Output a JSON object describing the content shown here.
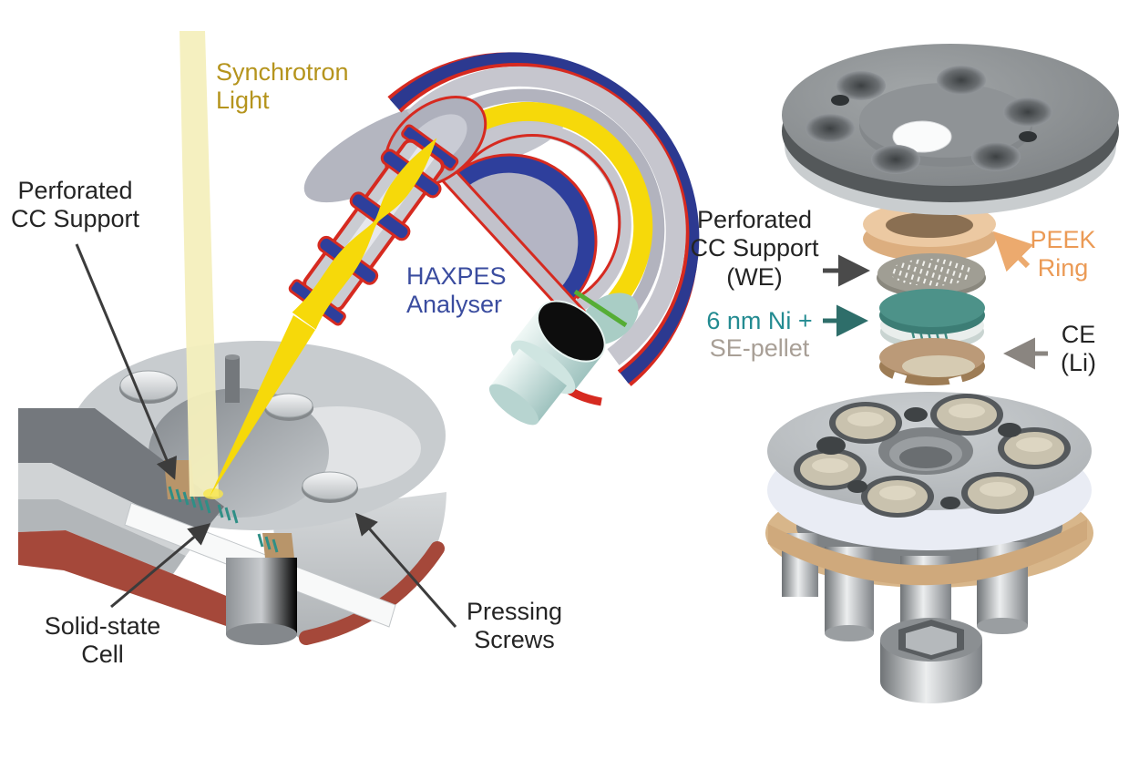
{
  "figure": {
    "type": "scientific-schematic",
    "left_panel": {
      "labels": {
        "synchrotron_light": "Synchrotron\nLight",
        "perforated_cc_support": "Perforated\nCC Support",
        "haxpes_analyser": "HAXPES\nAnalyser",
        "solid_state_cell": "Solid-state\nCell",
        "pressing_screws": "Pressing\nScrews"
      }
    },
    "right_panel": {
      "labels": {
        "perforated_cc_support_we": "Perforated\nCC Support\n(WE)",
        "ni_film": "6 nm Ni +",
        "se_pellet": "SE-pellet",
        "peek_ring": "PEEK\nRing",
        "counter_electrode": "CE\n(Li)"
      }
    },
    "arrows": [
      {
        "name": "perforated-cc-support-arrow",
        "direction": "down-right",
        "color": "#3c3c3c"
      },
      {
        "name": "solid-state-cell-arrow",
        "direction": "up-right",
        "color": "#3c3c3c"
      },
      {
        "name": "pressing-screws-arrow",
        "direction": "up-left",
        "color": "#3c3c3c"
      },
      {
        "name": "we-arrow",
        "direction": "right",
        "color": "#4a4a4a"
      },
      {
        "name": "ni-arrow",
        "direction": "right",
        "color": "#2e6e6a"
      },
      {
        "name": "peek-arrow",
        "direction": "up-left",
        "color": "#ecaa6e"
      },
      {
        "name": "ce-arrow",
        "direction": "left",
        "color": "#8a8580"
      }
    ],
    "colors": {
      "synchrotron_label": "#b5941d",
      "haxpes_label": "#3a4c9f",
      "peek_label": "#eb9a55",
      "ni_label": "#238b91",
      "se_pellet_label": "#a89f96",
      "black_label": "#242424",
      "beam_pale": "#f4efbd",
      "beam_bright": "#f6d90a",
      "analyser_blue": "#2c3990",
      "analyser_red": "#d62a20",
      "analyser_green": "#55ad35",
      "detector_cyan": "#d3ebe7",
      "teal_disc": "#4d9289",
      "peek_ring_fill": "#e9c29b",
      "ce_disc": "#bb9a78",
      "cell_red": "#a5483a",
      "metal_gray": "#9aa0a4"
    }
  }
}
